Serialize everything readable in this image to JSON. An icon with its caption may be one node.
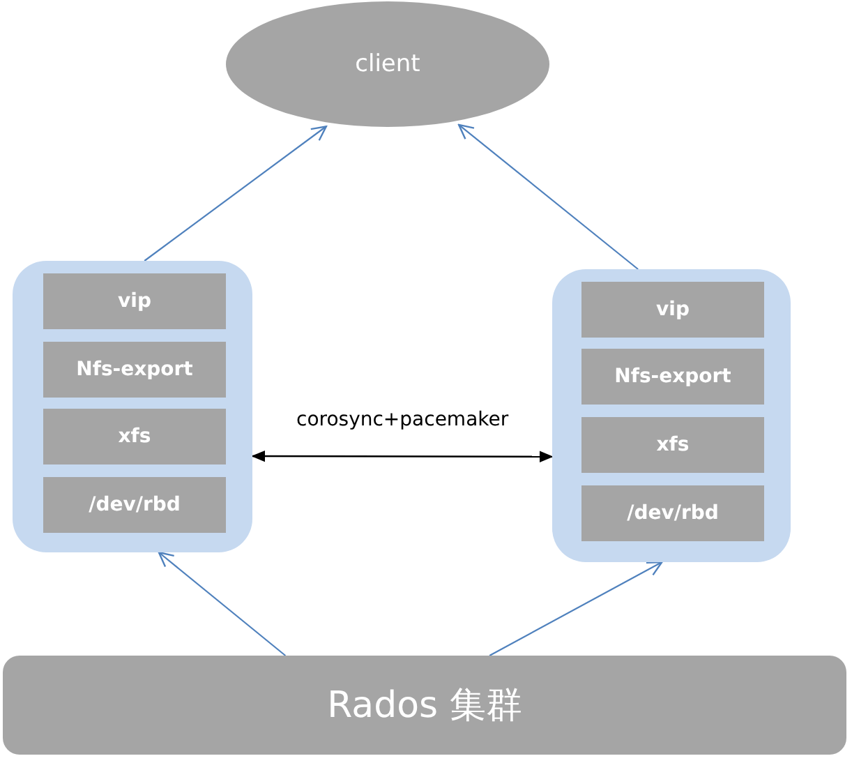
{
  "diagram": {
    "nodes": [
      {
        "text": [
          "client"
        ]
      },
      {
        "text": [],
        "shape": "box"
      },
      {
        "text": [
          "vip"
        ],
        "in": 1
      },
      {
        "text": [
          "Nfs-export"
        ],
        "in": 1
      },
      {
        "text": [
          "xfs"
        ],
        "in": 1
      },
      {
        "text": [
          "/dev/rbd"
        ],
        "in": 1
      },
      {
        "text": [],
        "shape": "box"
      },
      {
        "text": [
          "vip"
        ],
        "in": 6
      },
      {
        "text": [
          "Nfs-export"
        ],
        "in": 6
      },
      {
        "text": [
          "xfs"
        ],
        "in": 6
      },
      {
        "text": [
          "/dev/rbd"
        ],
        "in": 6
      },
      {
        "text": [
          "Rados 集群"
        ]
      }
    ],
    "edges": [
      {
        "from": 1,
        "to": 0,
        "arrow": "to"
      },
      {
        "from": 6,
        "to": 0,
        "arrow": "to"
      },
      {
        "from": 1,
        "to": 6,
        "arrow": "both",
        "label": "corosync+pacemaker",
        "color": "#000000"
      },
      {
        "from": 11,
        "to": 1,
        "arrow": "to"
      },
      {
        "from": 11,
        "to": 6,
        "arrow": "to"
      }
    ]
  }
}
